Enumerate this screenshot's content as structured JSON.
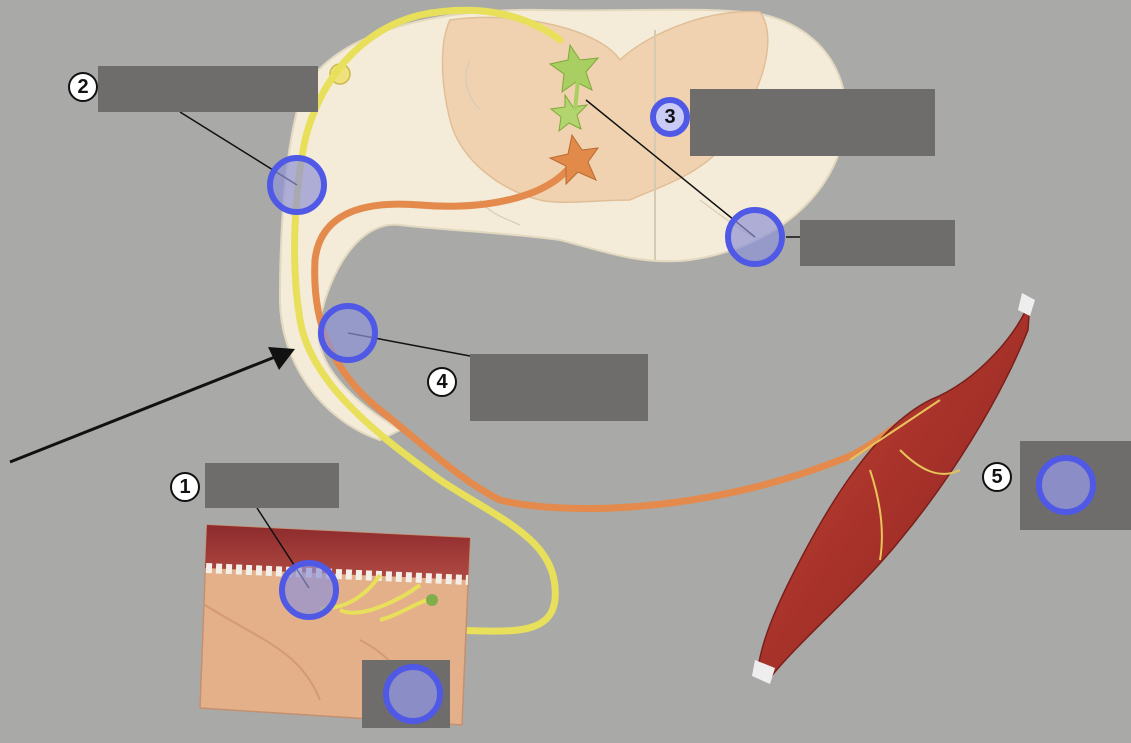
{
  "diagram": {
    "numbers": [
      {
        "key": "n1",
        "text": "1"
      },
      {
        "key": "n2",
        "text": "2"
      },
      {
        "key": "n3",
        "text": "3"
      },
      {
        "key": "n4",
        "text": "4"
      },
      {
        "key": "n5",
        "text": "5"
      }
    ],
    "label_boxes": [
      {
        "key": "box-1",
        "text": ""
      },
      {
        "key": "box-2",
        "text": ""
      },
      {
        "key": "box-3",
        "text": ""
      },
      {
        "key": "box-3b",
        "text": ""
      },
      {
        "key": "box-4",
        "text": ""
      },
      {
        "key": "box-5",
        "text": ""
      },
      {
        "key": "box-receptor",
        "text": ""
      }
    ],
    "colors": {
      "background": "#a9aaa8",
      "hotspot_ring": "#4f59e6",
      "hotspot_fill": "#8f93d6",
      "label_box": "#6f6d6c",
      "sensory_neuron": "#e8df5a",
      "motor_neuron": "#e48a4c",
      "muscle": "#b3392e",
      "spinal_cord": "#f4ecd8",
      "gray_matter": "#f0d2b0"
    }
  }
}
